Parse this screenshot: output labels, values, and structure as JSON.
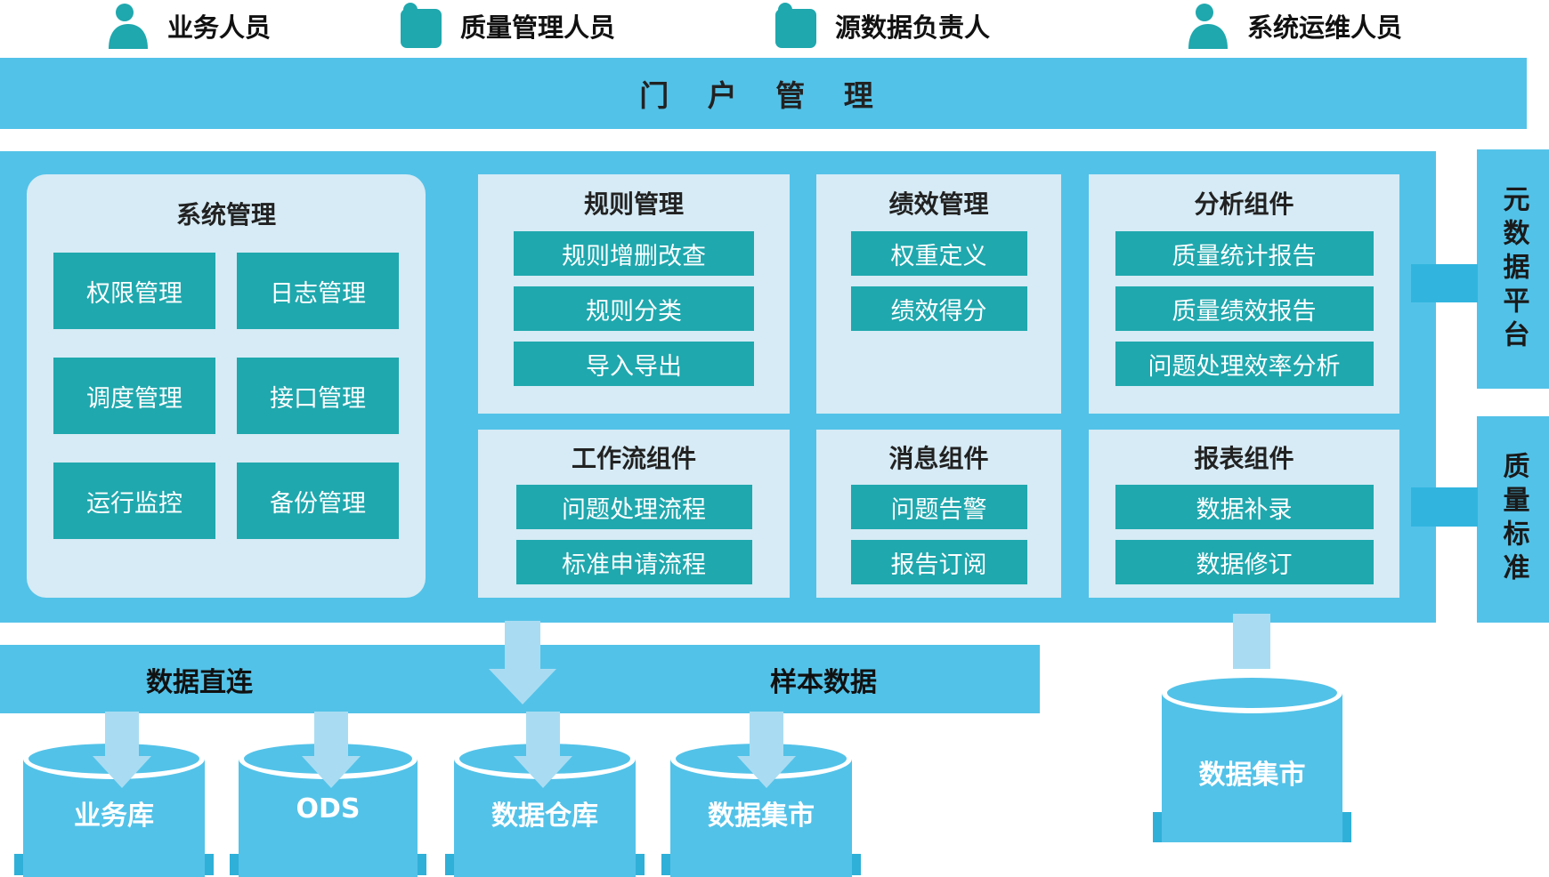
{
  "colors": {
    "teal": "#1FA8AE",
    "sky_blue": "#53C2E8",
    "card_light_blue": "#D6EBF5",
    "arrow_light_blue": "#A9DCF2",
    "connector_blue": "#31B5DF",
    "title_text": "#222222",
    "button_text": "#FFFFFF"
  },
  "roles": [
    {
      "label": "业务人员",
      "icon": "person-icon"
    },
    {
      "label": "质量管理人员",
      "icon": "person-badge-icon"
    },
    {
      "label": "源数据负责人",
      "icon": "person-badge-icon"
    },
    {
      "label": "系统运维人员",
      "icon": "person-icon"
    }
  ],
  "banner": {
    "title": "门 户 管 理"
  },
  "sections": [
    {
      "title": "系统管理",
      "items": [
        "权限管理",
        "日志管理",
        "调度管理",
        "接口管理",
        "运行监控",
        "备份管理"
      ]
    },
    {
      "title": "规则管理",
      "items": [
        "规则增删改查",
        "规则分类",
        "导入导出"
      ]
    },
    {
      "title": "绩效管理",
      "items": [
        "权重定义",
        "绩效得分"
      ]
    },
    {
      "title": "分析组件",
      "items": [
        "质量统计报告",
        "质量绩效报告",
        "问题处理效率分析"
      ]
    },
    {
      "title": "工作流组件",
      "items": [
        "问题处理流程",
        "标准申请流程"
      ]
    },
    {
      "title": "消息组件",
      "items": [
        "问题告警",
        "报告订阅"
      ]
    },
    {
      "title": "报表组件",
      "items": [
        "数据补录",
        "数据修订"
      ]
    }
  ],
  "side_platforms": [
    {
      "label": "元数据平台"
    },
    {
      "label": "质量标准"
    }
  ],
  "data_access": {
    "labels": [
      "数据直连",
      "样本数据"
    ]
  },
  "databases": [
    "业务库",
    "ODS",
    "数据仓库",
    "数据集市"
  ],
  "data_mart": {
    "label": "数据集市"
  }
}
